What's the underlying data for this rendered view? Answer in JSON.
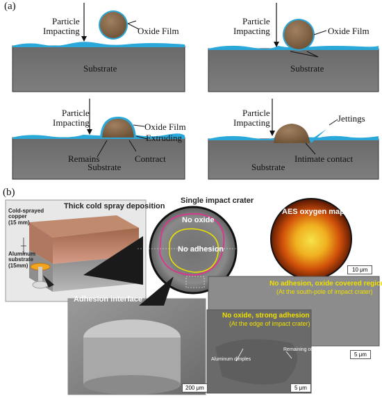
{
  "panel_a": {
    "tag": "(a)",
    "step1": {
      "impact": "Particle\nImpacting",
      "film": "Oxide Film",
      "substrate": "Substrate"
    },
    "step2": {
      "impact": "Particle\nImpacting",
      "film": "Oxide Film",
      "substrate": "Substrate"
    },
    "step3": {
      "impact": "Particle\nImpacting",
      "film": "Oxide Film",
      "extruding": "Extruding",
      "remains": "Remains",
      "contract": "Contract",
      "substrate": "Substrate"
    },
    "step4": {
      "impact": "Particle\nImpacting",
      "jettings": "Jettings",
      "intimate": "Intimate contact",
      "substrate": "Substrate"
    }
  },
  "panel_b": {
    "tag": "(b)",
    "deposition_title": "Thick cold spray deposition",
    "copper_label": "Cold-sprayed\ncopper\n(15 mm)",
    "al_label": "Aluminum\nsubstrate\n(15mm)",
    "crater_title": "Single impact crater",
    "no_oxide": "No oxide",
    "no_adhesion": "No adhesion",
    "aes_title": "AES oxygen map",
    "scale_10um": "10 μm",
    "adhesion_interface": "Adhesion interface",
    "scale_200um": "200 μm",
    "no_adhesion_oxide": "No adhesion, oxide covered region",
    "south_pole": "(At the south-pole of impact crater)",
    "no_oxide_strong": "No oxide, strong adhesion",
    "edge_crater": "(At the edge of impact crater)",
    "remaining_copper": "Remaining copper",
    "aluminum_dimples": "Aluminum dimples",
    "scale_5um_a": "5 μm",
    "scale_5um_b": "5 μm"
  },
  "colors": {
    "substrate": "#707070",
    "particle": "#8b6a4a",
    "oxide": "#29a8d9",
    "magenta": "#e0338f",
    "yellow": "#e8e000"
  }
}
